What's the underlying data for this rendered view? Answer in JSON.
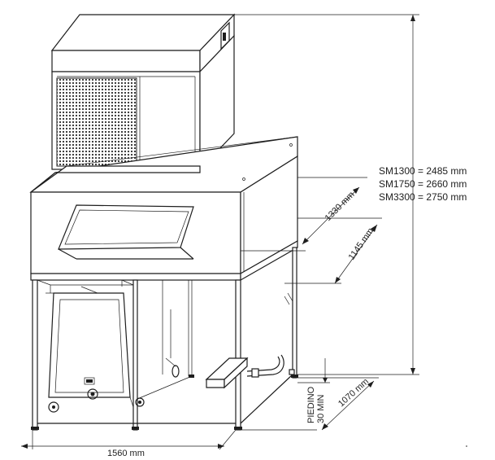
{
  "heights": {
    "line1": "SM1300 = 2485 mm",
    "line2": "SM1750 = 2660 mm",
    "line3": "SM3300 = 2750 mm"
  },
  "dimensions": {
    "upper_diag": "1330 mm",
    "middle_diag": "1145 mm",
    "depth": "1070 mm",
    "width": "1560 mm"
  },
  "foot_note": {
    "line1": "PIEDINO",
    "line2": "30 MIN"
  }
}
